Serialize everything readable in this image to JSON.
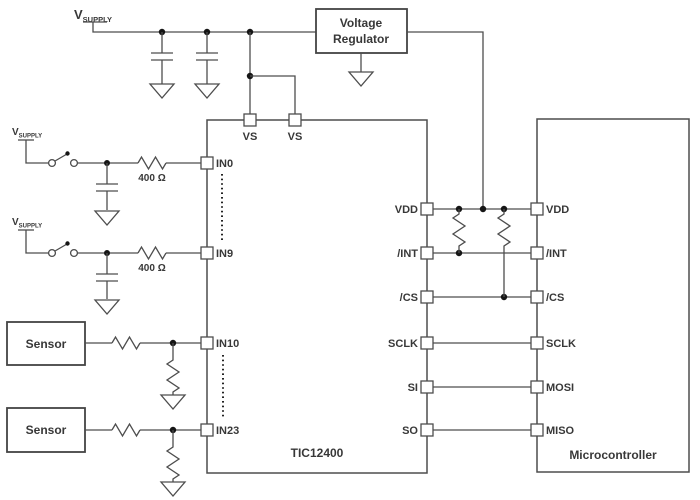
{
  "labels": {
    "vsupply": "V",
    "vsupply_sub": "SUPPLY",
    "regulator_line1": "Voltage",
    "regulator_line2": "Regulator",
    "tic_name": "TIC12400",
    "mcu_name": "Microcontroller",
    "sensor1": "Sensor",
    "sensor2": "Sensor",
    "r_in0": "400 Ω",
    "r_in9": "400 Ω"
  },
  "tic_pins": {
    "top": [
      "VS",
      "VS"
    ],
    "left": [
      "IN0",
      "IN9",
      "IN10",
      "IN23"
    ],
    "right": [
      "VDD",
      "/INT",
      "/CS",
      "SCLK",
      "SI",
      "SO"
    ]
  },
  "mcu_pins": [
    "VDD",
    "/INT",
    "/CS",
    "SCLK",
    "MOSI",
    "MISO"
  ]
}
